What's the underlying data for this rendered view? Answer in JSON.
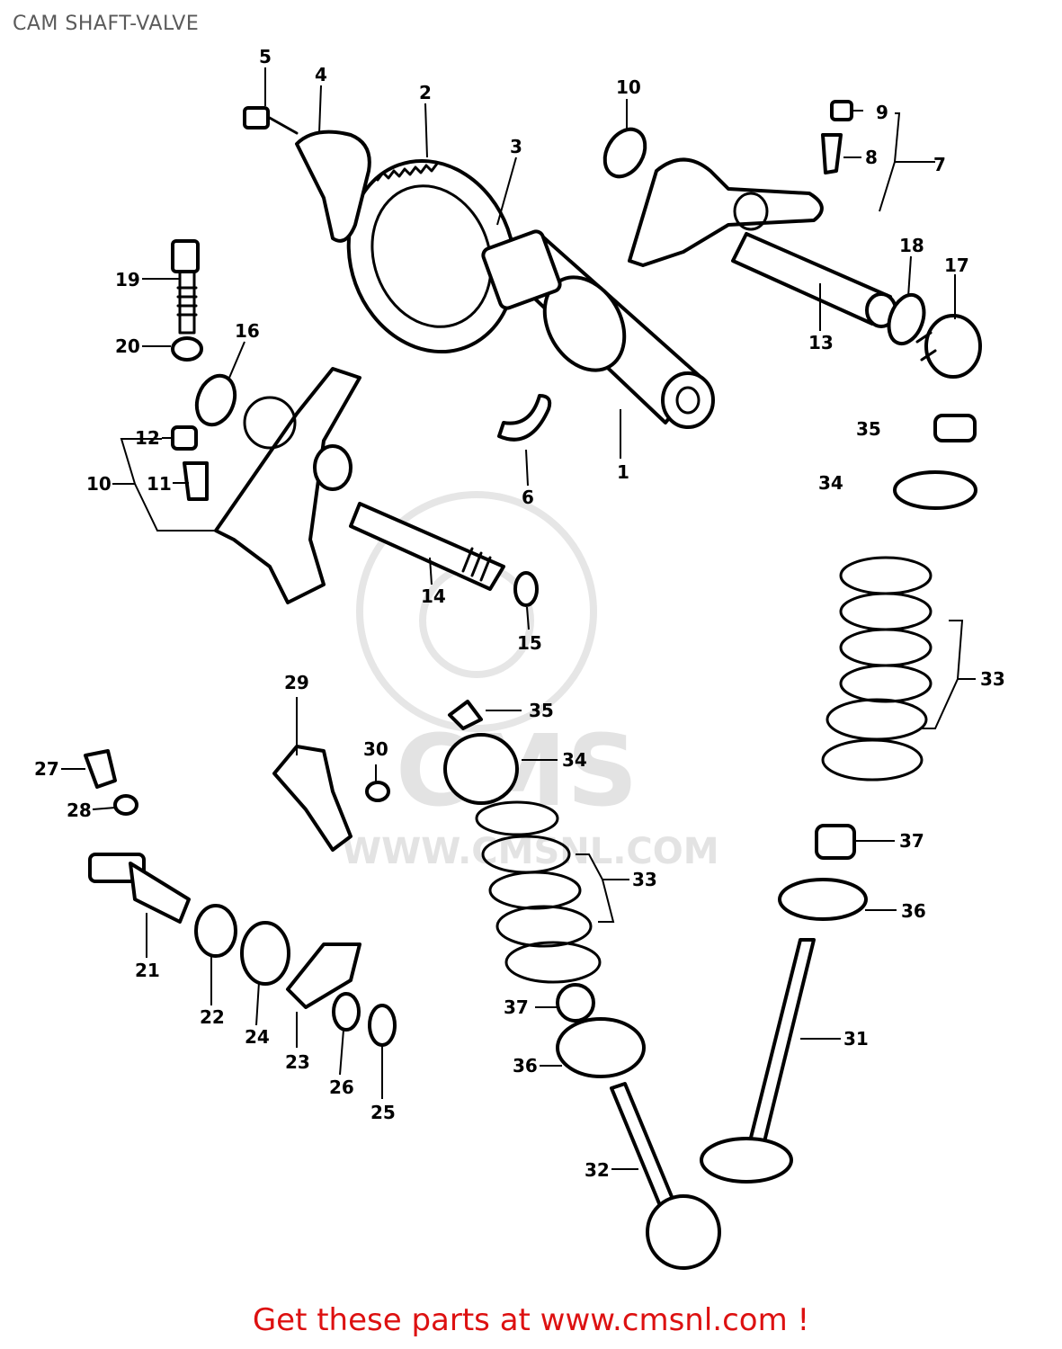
{
  "title": "CAM SHAFT-VALVE",
  "footer": "Get these parts at www.cmsnl.com !",
  "watermark": {
    "brand": "CMS",
    "url": "WWW.CMSNL.COM"
  },
  "colors": {
    "title": "#5a5a5a",
    "footer": "#dd1111",
    "watermark": "#e3e3e3"
  },
  "labels": {
    "l1": "1",
    "l2": "2",
    "l3": "3",
    "l4": "4",
    "l5": "5",
    "l6": "6",
    "l7": "7",
    "l8": "8",
    "l9": "9",
    "l10": "10",
    "l10top": "10",
    "l11": "11",
    "l12": "12",
    "l13": "13",
    "l14": "14",
    "l15": "15",
    "l16": "16",
    "l17": "17",
    "l18": "18",
    "l19": "19",
    "l20": "20",
    "l21": "21",
    "l22": "22",
    "l23": "23",
    "l24": "24",
    "l25": "25",
    "l26": "26",
    "l27": "27",
    "l28": "28",
    "l29": "29",
    "l30": "30",
    "l31": "31",
    "l32": "32",
    "l33a": "33",
    "l33b": "33",
    "l34a": "34",
    "l34b": "34",
    "l35a": "35",
    "l35b": "35",
    "l36a": "36",
    "l36b": "36",
    "l37a": "37",
    "l37b": "37"
  }
}
